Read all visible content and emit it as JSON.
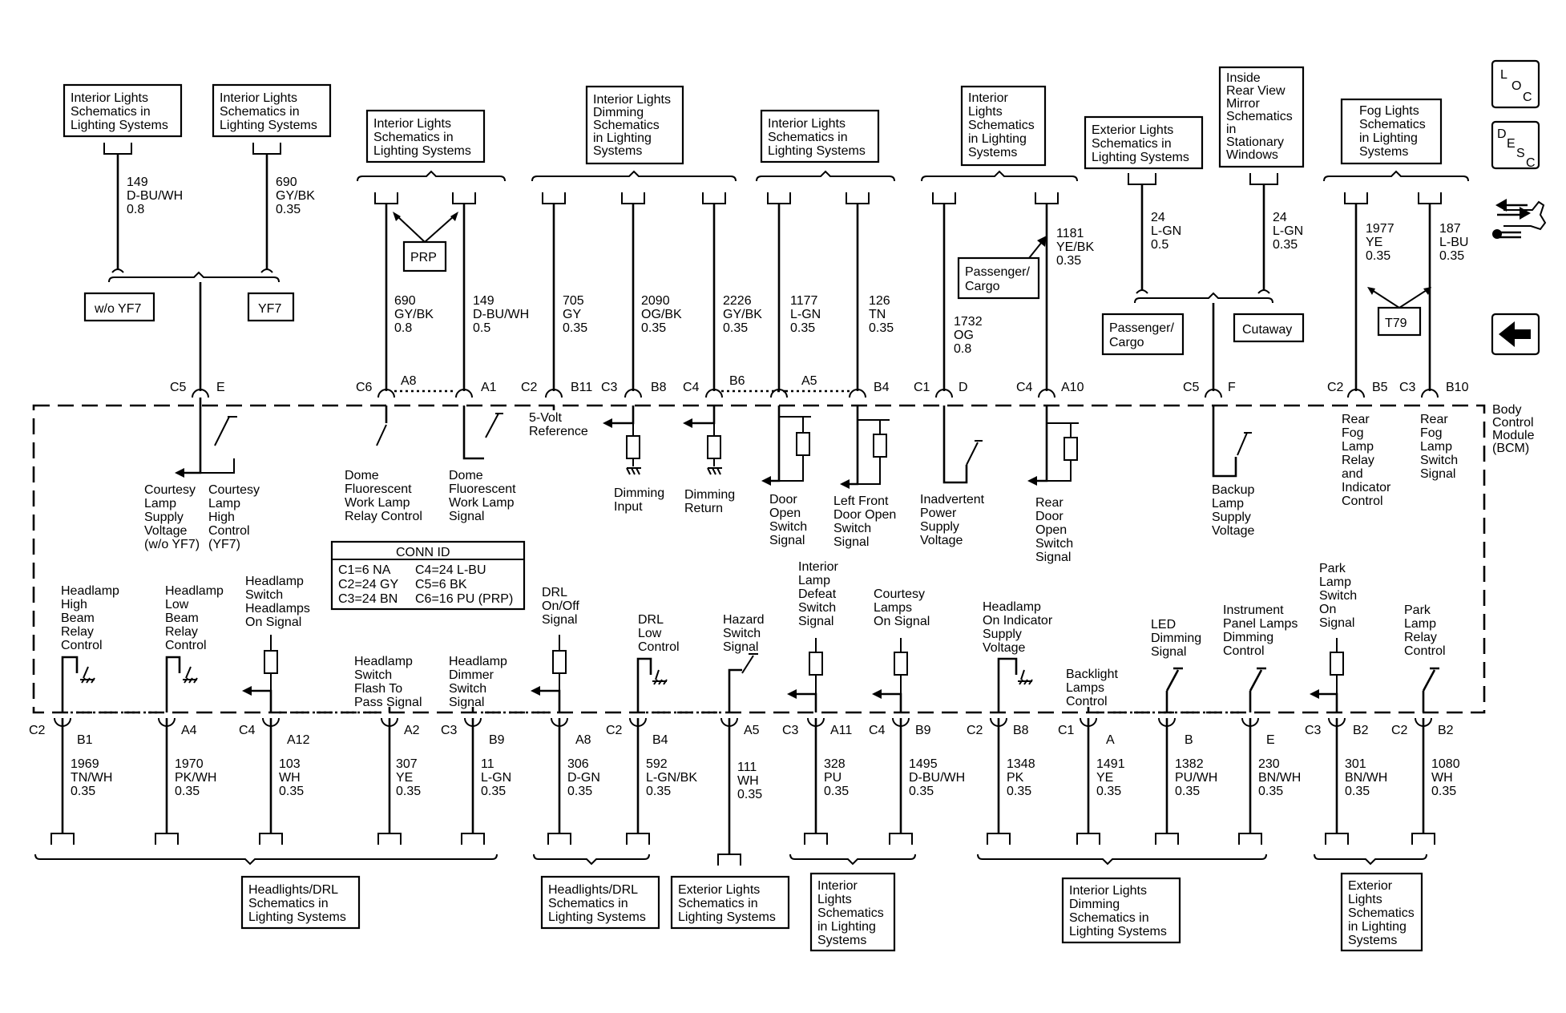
{
  "boxes_top": [
    {
      "id": "t1",
      "lines": [
        "Interior Lights",
        "Schematics in",
        "Lighting Systems"
      ]
    },
    {
      "id": "t2",
      "lines": [
        "Interior Lights",
        "Schematics in",
        "Lighting Systems"
      ]
    },
    {
      "id": "t3",
      "lines": [
        "Interior Lights",
        "Schematics in",
        "Lighting Systems"
      ]
    },
    {
      "id": "t4",
      "lines": [
        "Interior Lights",
        "Dimming",
        "Schematics",
        "in Lighting",
        "Systems"
      ]
    },
    {
      "id": "t5",
      "lines": [
        "Interior Lights",
        "Schematics in",
        "Lighting Systems"
      ]
    },
    {
      "id": "t6",
      "lines": [
        "Interior",
        "Lights",
        "Schematics",
        "in Lighting",
        "Systems"
      ]
    },
    {
      "id": "t7",
      "lines": [
        "Exterior Lights",
        "Schematics in",
        "Lighting Systems"
      ]
    },
    {
      "id": "t8",
      "lines": [
        "Inside",
        "Rear View",
        "Mirror",
        "Schematics",
        "in",
        "Stationary",
        "Windows"
      ]
    },
    {
      "id": "t9",
      "lines": [
        "Fog Lights",
        "Schematics",
        "in Lighting",
        "Systems"
      ]
    }
  ],
  "boxes_bottom": [
    {
      "id": "b1",
      "lines": [
        "Headlights/DRL",
        "Schematics in",
        "Lighting Systems"
      ]
    },
    {
      "id": "b2",
      "lines": [
        "Headlights/DRL",
        "Schematics in",
        "Lighting Systems"
      ]
    },
    {
      "id": "b3",
      "lines": [
        "Exterior Lights",
        "Schematics in",
        "Lighting Systems"
      ]
    },
    {
      "id": "b4",
      "lines": [
        "Interior",
        "Lights",
        "Schematics",
        "in Lighting",
        "Systems"
      ]
    },
    {
      "id": "b5",
      "lines": [
        "Interior Lights",
        "Dimming",
        "Schematics in",
        "Lighting Systems"
      ]
    },
    {
      "id": "b6",
      "lines": [
        "Exterior",
        "Lights",
        "Schematics",
        "in Lighting",
        "Systems"
      ]
    }
  ],
  "option_boxes": [
    {
      "id": "o1",
      "label": "w/o YF7"
    },
    {
      "id": "o2",
      "label": "YF7"
    },
    {
      "id": "o3",
      "label": "PRP"
    },
    {
      "id": "o4",
      "lines": [
        "Passenger/",
        "Cargo"
      ]
    },
    {
      "id": "o5",
      "lines": [
        "Passenger/",
        "Cargo"
      ]
    },
    {
      "id": "o6",
      "label": "Cutaway"
    },
    {
      "id": "o7",
      "label": "T79"
    }
  ],
  "top_wires": [
    {
      "id": "w1",
      "lines": [
        "149",
        "D-BU/WH",
        "0.8"
      ]
    },
    {
      "id": "w2",
      "lines": [
        "690",
        "GY/BK",
        "0.35"
      ]
    },
    {
      "id": "w3",
      "lines": [
        "690",
        "GY/BK",
        "0.8"
      ]
    },
    {
      "id": "w4",
      "lines": [
        "149",
        "D-BU/WH",
        "0.5"
      ]
    },
    {
      "id": "w5",
      "lines": [
        "705",
        "GY",
        "0.35"
      ]
    },
    {
      "id": "w6",
      "lines": [
        "2090",
        "OG/BK",
        "0.35"
      ]
    },
    {
      "id": "w7",
      "lines": [
        "2226",
        "GY/BK",
        "0.35"
      ]
    },
    {
      "id": "w8",
      "lines": [
        "1177",
        "L-GN",
        "0.35"
      ]
    },
    {
      "id": "w9",
      "lines": [
        "126",
        "TN",
        "0.35"
      ]
    },
    {
      "id": "w10",
      "lines": [
        "1732",
        "OG",
        "0.8"
      ]
    },
    {
      "id": "w11",
      "lines": [
        "1181",
        "YE/BK",
        "0.35"
      ]
    },
    {
      "id": "w12",
      "lines": [
        "24",
        "L-GN",
        "0.5"
      ]
    },
    {
      "id": "w13",
      "lines": [
        "24",
        "L-GN",
        "0.35"
      ]
    },
    {
      "id": "w14",
      "lines": [
        "1977",
        "YE",
        "0.35"
      ]
    },
    {
      "id": "w15",
      "lines": [
        "187",
        "L-BU",
        "0.35"
      ]
    }
  ],
  "bottom_wires": [
    {
      "id": "v1",
      "lines": [
        "1969",
        "TN/WH",
        "0.35"
      ]
    },
    {
      "id": "v2",
      "lines": [
        "1970",
        "PK/WH",
        "0.35"
      ]
    },
    {
      "id": "v3",
      "lines": [
        "103",
        "WH",
        "0.35"
      ]
    },
    {
      "id": "v4",
      "lines": [
        "307",
        "YE",
        "0.35"
      ]
    },
    {
      "id": "v5",
      "lines": [
        "11",
        "L-GN",
        "0.35"
      ]
    },
    {
      "id": "v6",
      "lines": [
        "306",
        "D-GN",
        "0.35"
      ]
    },
    {
      "id": "v7",
      "lines": [
        "592",
        "L-GN/BK",
        "0.35"
      ]
    },
    {
      "id": "v8",
      "lines": [
        "111",
        "WH",
        "0.35"
      ]
    },
    {
      "id": "v9",
      "lines": [
        "328",
        "PU",
        "0.35"
      ]
    },
    {
      "id": "v10",
      "lines": [
        "1495",
        "D-BU/WH",
        "0.35"
      ]
    },
    {
      "id": "v11",
      "lines": [
        "1348",
        "PK",
        "0.35"
      ]
    },
    {
      "id": "v12",
      "lines": [
        "1491",
        "YE",
        "0.35"
      ]
    },
    {
      "id": "v13",
      "lines": [
        "1382",
        "PU/WH",
        "0.35"
      ]
    },
    {
      "id": "v14",
      "lines": [
        "230",
        "BN/WH",
        "0.35"
      ]
    },
    {
      "id": "v15",
      "lines": [
        "301",
        "BN/WH",
        "0.35"
      ]
    },
    {
      "id": "v16",
      "lines": [
        "1080",
        "WH",
        "0.35"
      ]
    }
  ],
  "connector_labels": [
    "C5",
    "E",
    "C6",
    "A8",
    "A1",
    "C2",
    "B11",
    "C3",
    "B8",
    "C4",
    "B6",
    "A5",
    "B4",
    "C1",
    "D",
    "C4",
    "A10",
    "C5",
    "F",
    "C2",
    "B5",
    "C3",
    "B10",
    "C2",
    "B1",
    "A4",
    "C4",
    "A12",
    "A2",
    "C3",
    "B9",
    "A8",
    "C2",
    "B4",
    "A5",
    "C3",
    "A11",
    "C4",
    "B9",
    "C2",
    "B8",
    "C1",
    "A",
    "B",
    "E",
    "C3",
    "B2",
    "C2",
    "B2"
  ],
  "functions_top": [
    {
      "id": "f1",
      "lines": [
        "Courtesy",
        "Lamp",
        "Supply",
        "Voltage",
        "(w/o YF7)"
      ]
    },
    {
      "id": "f2",
      "lines": [
        "Courtesy",
        "Lamp",
        "High",
        "Control",
        "(YF7)"
      ]
    },
    {
      "id": "f3",
      "lines": [
        "Dome",
        "Fluorescent",
        "Work Lamp",
        "Relay Control"
      ]
    },
    {
      "id": "f4",
      "lines": [
        "Dome",
        "Fluorescent",
        "Work Lamp",
        "Signal"
      ]
    },
    {
      "id": "f5",
      "lines": [
        "5-Volt",
        "Reference"
      ]
    },
    {
      "id": "f6",
      "lines": [
        "Dimming",
        "Input"
      ]
    },
    {
      "id": "f7",
      "lines": [
        "Dimming",
        "Return"
      ]
    },
    {
      "id": "f8",
      "lines": [
        "Door",
        "Open",
        "Switch",
        "Signal"
      ]
    },
    {
      "id": "f9",
      "lines": [
        "Left Front",
        "Door Open",
        "Switch",
        "Signal"
      ]
    },
    {
      "id": "f10",
      "lines": [
        "Inadvertent",
        "Power",
        "Supply",
        "Voltage"
      ]
    },
    {
      "id": "f11",
      "lines": [
        "Rear",
        "Door",
        "Open",
        "Switch",
        "Signal"
      ]
    },
    {
      "id": "f12",
      "lines": [
        "Backup",
        "Lamp",
        "Supply",
        "Voltage"
      ]
    },
    {
      "id": "f13",
      "lines": [
        "Rear",
        "Fog",
        "Lamp",
        "Relay",
        "and",
        "Indicator",
        "Control"
      ]
    },
    {
      "id": "f14",
      "lines": [
        "Rear",
        "Fog",
        "Lamp",
        "Switch",
        "Signal"
      ]
    }
  ],
  "functions_bottom": [
    {
      "id": "g1",
      "lines": [
        "Headlamp",
        "High",
        "Beam",
        "Relay",
        "Control"
      ]
    },
    {
      "id": "g2",
      "lines": [
        "Headlamp",
        "Low",
        "Beam",
        "Relay",
        "Control"
      ]
    },
    {
      "id": "g3",
      "lines": [
        "Headlamp",
        "Switch",
        "Headlamps",
        "On Signal"
      ]
    },
    {
      "id": "g4",
      "lines": [
        "Headlamp",
        "Switch",
        "Flash To",
        "Pass Signal"
      ]
    },
    {
      "id": "g5",
      "lines": [
        "Headlamp",
        "Dimmer",
        "Switch",
        "Signal"
      ]
    },
    {
      "id": "g6",
      "lines": [
        "DRL",
        "On/Off",
        "Signal"
      ]
    },
    {
      "id": "g7",
      "lines": [
        "DRL",
        "Low",
        "Control"
      ]
    },
    {
      "id": "g8",
      "lines": [
        "Hazard",
        "Switch",
        "Signal"
      ]
    },
    {
      "id": "g9",
      "lines": [
        "Interior",
        "Lamp",
        "Defeat",
        "Switch",
        "Signal"
      ]
    },
    {
      "id": "g10",
      "lines": [
        "Courtesy",
        "Lamps",
        "On Signal"
      ]
    },
    {
      "id": "g11",
      "lines": [
        "Headlamp",
        "On Indicator",
        "Supply",
        "Voltage"
      ]
    },
    {
      "id": "g12",
      "lines": [
        "Backlight",
        "Lamps",
        "Control"
      ]
    },
    {
      "id": "g13",
      "lines": [
        "LED",
        "Dimming",
        "Signal"
      ]
    },
    {
      "id": "g14",
      "lines": [
        "Instrument",
        "Panel Lamps",
        "Dimming",
        "Control"
      ]
    },
    {
      "id": "g15",
      "lines": [
        "Park",
        "Lamp",
        "Switch",
        "On",
        "Signal"
      ]
    },
    {
      "id": "g16",
      "lines": [
        "Park",
        "Lamp",
        "Relay",
        "Control"
      ]
    }
  ],
  "module_label": [
    "Body",
    "Control",
    "Module",
    "(BCM)"
  ],
  "conn_id": {
    "title": "CONN ID",
    "rows": [
      "C1=6 NA",
      "C4=24 L-BU",
      "C2=24 GY",
      "C5=6 BK",
      "C3=24 BN",
      "C6=16 PU (PRP)"
    ]
  },
  "side_icons": {
    "loc": [
      "L",
      "O",
      "C"
    ],
    "desc": [
      "D",
      "E",
      "S",
      "C"
    ]
  }
}
